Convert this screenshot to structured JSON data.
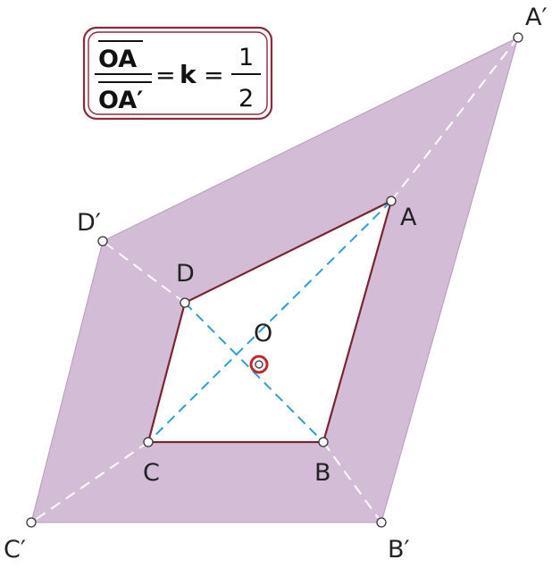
{
  "formula": {
    "numerator": "OA",
    "denominator": "OA′",
    "equals_1": "=",
    "k": "k",
    "equals_2": "=",
    "ratio_numerator": "1",
    "ratio_denominator": "2"
  },
  "points": {
    "A": "A",
    "B": "B",
    "C": "C",
    "D": "D",
    "O": "O",
    "A_prime": "A′",
    "B_prime": "B′",
    "C_prime": "C′",
    "D_prime": "D′"
  },
  "colors": {
    "outer_fill": "#d3bcd6",
    "outer_stroke": "#b79bbb",
    "inner_stroke": "#7a2430",
    "blue_dashed": "#2a9fd6",
    "white_dashed": "#ffffff",
    "center_ring": "#c0282d",
    "formula_border": "#8b2a3a"
  }
}
